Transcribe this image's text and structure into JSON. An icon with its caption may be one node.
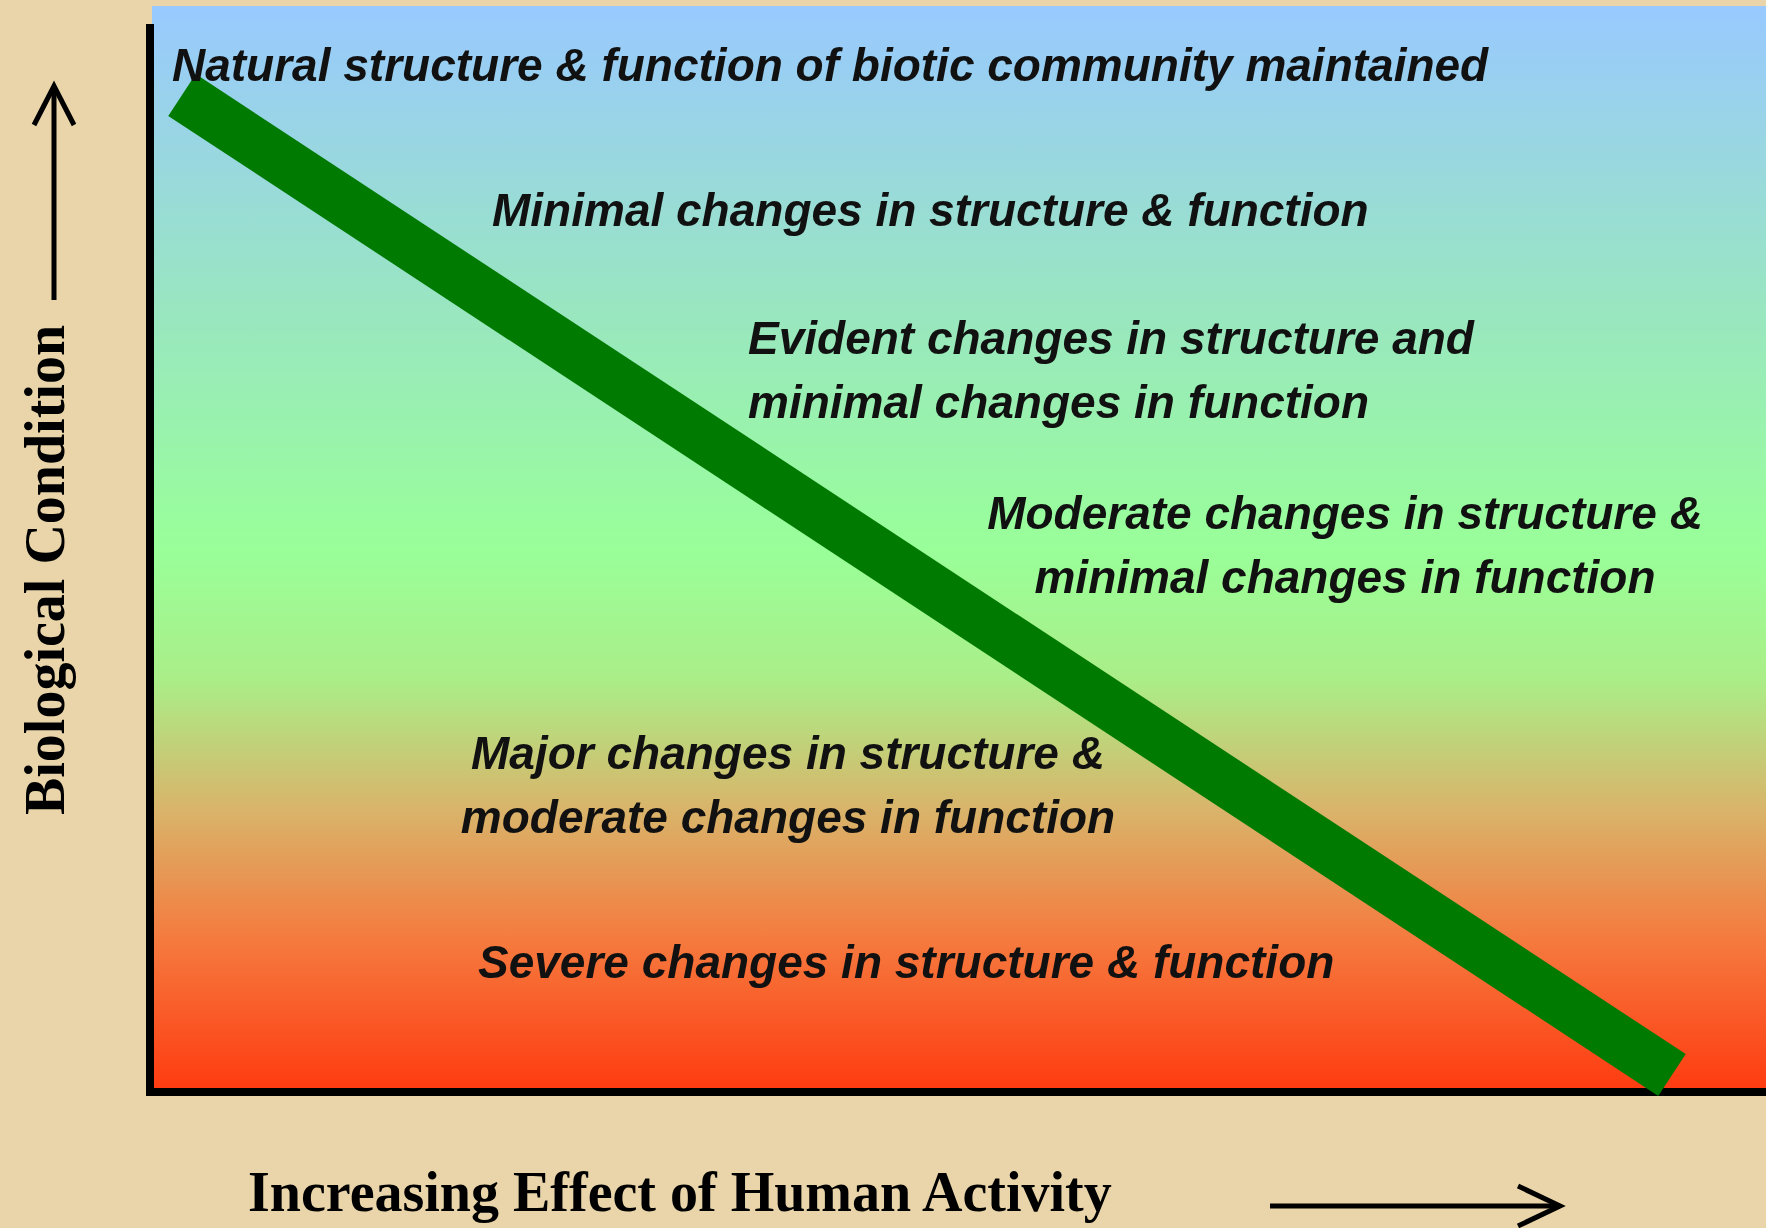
{
  "diagram": {
    "labels": [
      "Biological Condition",
      "Natural structure & function of biotic community maintained",
      "Minimal changes in structure & function",
      "Evident changes in structure and minimal changes in function",
      "Moderate changes in structure & minimal changes in function",
      "Major changes in structure & moderate changes in function",
      "Severe changes in structure & function",
      "Increasing Effect of Human Activity"
    ]
  }
}
